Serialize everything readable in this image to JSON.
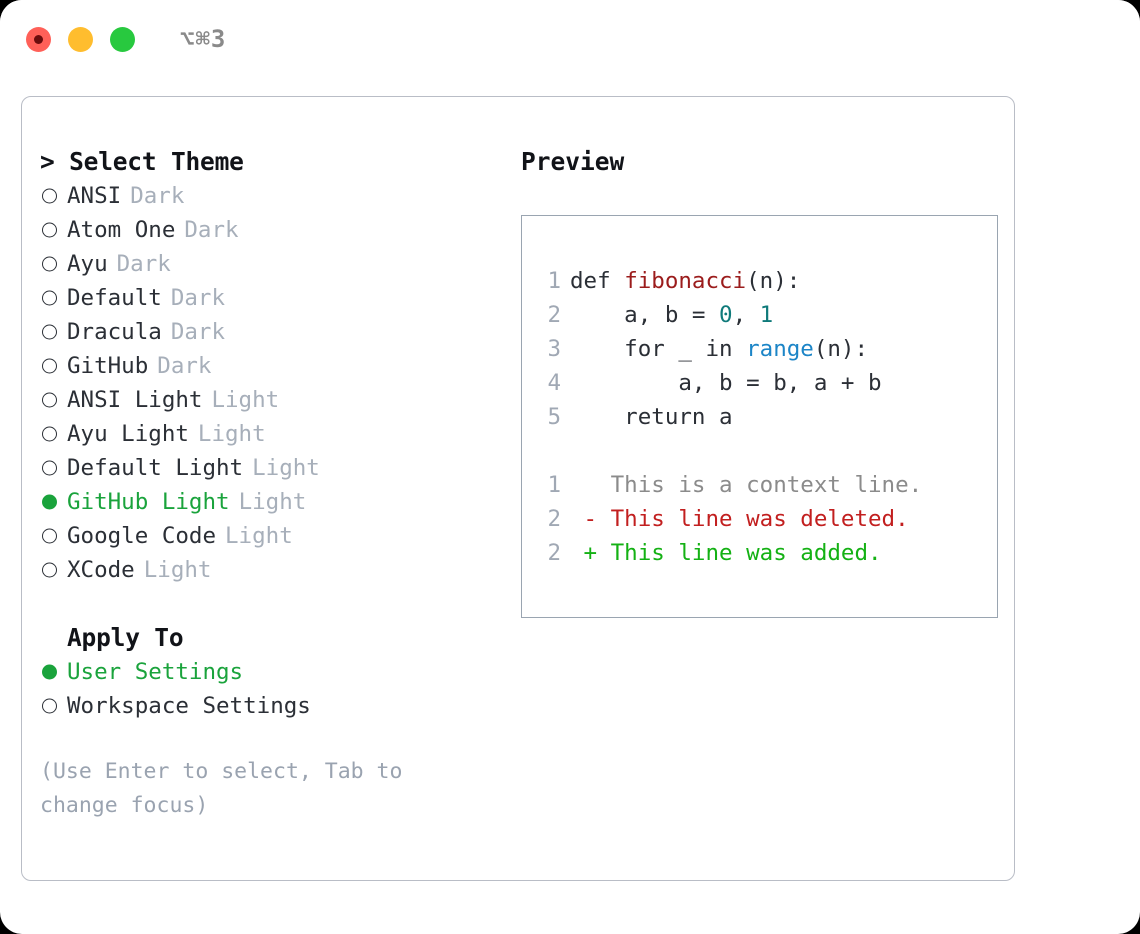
{
  "titlebar": {
    "lights": [
      {
        "name": "close",
        "color": "#ff6058"
      },
      {
        "name": "minimize",
        "color": "#ffbd2e"
      },
      {
        "name": "zoom",
        "color": "#28c93f"
      }
    ],
    "shortcut": "⌥⌘3"
  },
  "theme_section": {
    "header": "> Select Theme",
    "options": [
      {
        "label": "ANSI",
        "badge": "Dark",
        "selected": false
      },
      {
        "label": "Atom One",
        "badge": "Dark",
        "selected": false
      },
      {
        "label": "Ayu",
        "badge": "Dark",
        "selected": false
      },
      {
        "label": "Default",
        "badge": "Dark",
        "selected": false
      },
      {
        "label": "Dracula",
        "badge": "Dark",
        "selected": false
      },
      {
        "label": "GitHub",
        "badge": "Dark",
        "selected": false
      },
      {
        "label": "ANSI Light",
        "badge": "Light",
        "selected": false
      },
      {
        "label": "Ayu Light",
        "badge": "Light",
        "selected": false
      },
      {
        "label": "Default Light",
        "badge": "Light",
        "selected": false
      },
      {
        "label": "GitHub Light",
        "badge": "Light",
        "selected": true
      },
      {
        "label": "Google Code",
        "badge": "Light",
        "selected": false
      },
      {
        "label": "XCode",
        "badge": "Light",
        "selected": false
      }
    ]
  },
  "apply_to_section": {
    "header": "Apply To",
    "options": [
      {
        "label": "User Settings",
        "badge": "",
        "selected": true
      },
      {
        "label": "Workspace Settings",
        "badge": "",
        "selected": false
      }
    ]
  },
  "hint": "(Use Enter to select, Tab to change focus)",
  "preview": {
    "title": "Preview",
    "code_lines": [
      {
        "no": "1",
        "segments": [
          {
            "t": "def ",
            "k": "plain"
          },
          {
            "t": "fibonacci",
            "k": "fn"
          },
          {
            "t": "(n):",
            "k": "plain"
          }
        ]
      },
      {
        "no": "2",
        "segments": [
          {
            "t": "    a, b = ",
            "k": "plain"
          },
          {
            "t": "0",
            "k": "num"
          },
          {
            "t": ", ",
            "k": "plain"
          },
          {
            "t": "1",
            "k": "num"
          }
        ]
      },
      {
        "no": "3",
        "segments": [
          {
            "t": "    for _ in ",
            "k": "plain"
          },
          {
            "t": "range",
            "k": "call"
          },
          {
            "t": "(n):",
            "k": "plain"
          }
        ]
      },
      {
        "no": "4",
        "segments": [
          {
            "t": "        a, b = b, a + b",
            "k": "plain"
          }
        ]
      },
      {
        "no": "5",
        "segments": [
          {
            "t": "    return a",
            "k": "plain"
          }
        ]
      }
    ],
    "diff_lines": [
      {
        "no": "1",
        "marker": " ",
        "text": "This is a context line.",
        "kind": "context"
      },
      {
        "no": "2",
        "marker": "-",
        "text": "This line was deleted.",
        "kind": "del"
      },
      {
        "no": "2",
        "marker": "+",
        "text": "This line was added.",
        "kind": "add"
      }
    ]
  },
  "colors": {
    "accent_green": "#1aa33c",
    "badge_gray": "#a7afba",
    "hint_gray": "#9aa3b0",
    "lineno_gray": "#a0a8b4",
    "diff_add": "#14b114",
    "diff_del": "#c21f1f",
    "syntax_fn": "#9b1c1c",
    "syntax_num": "#0f7a7a",
    "syntax_call": "#1c85c7"
  }
}
